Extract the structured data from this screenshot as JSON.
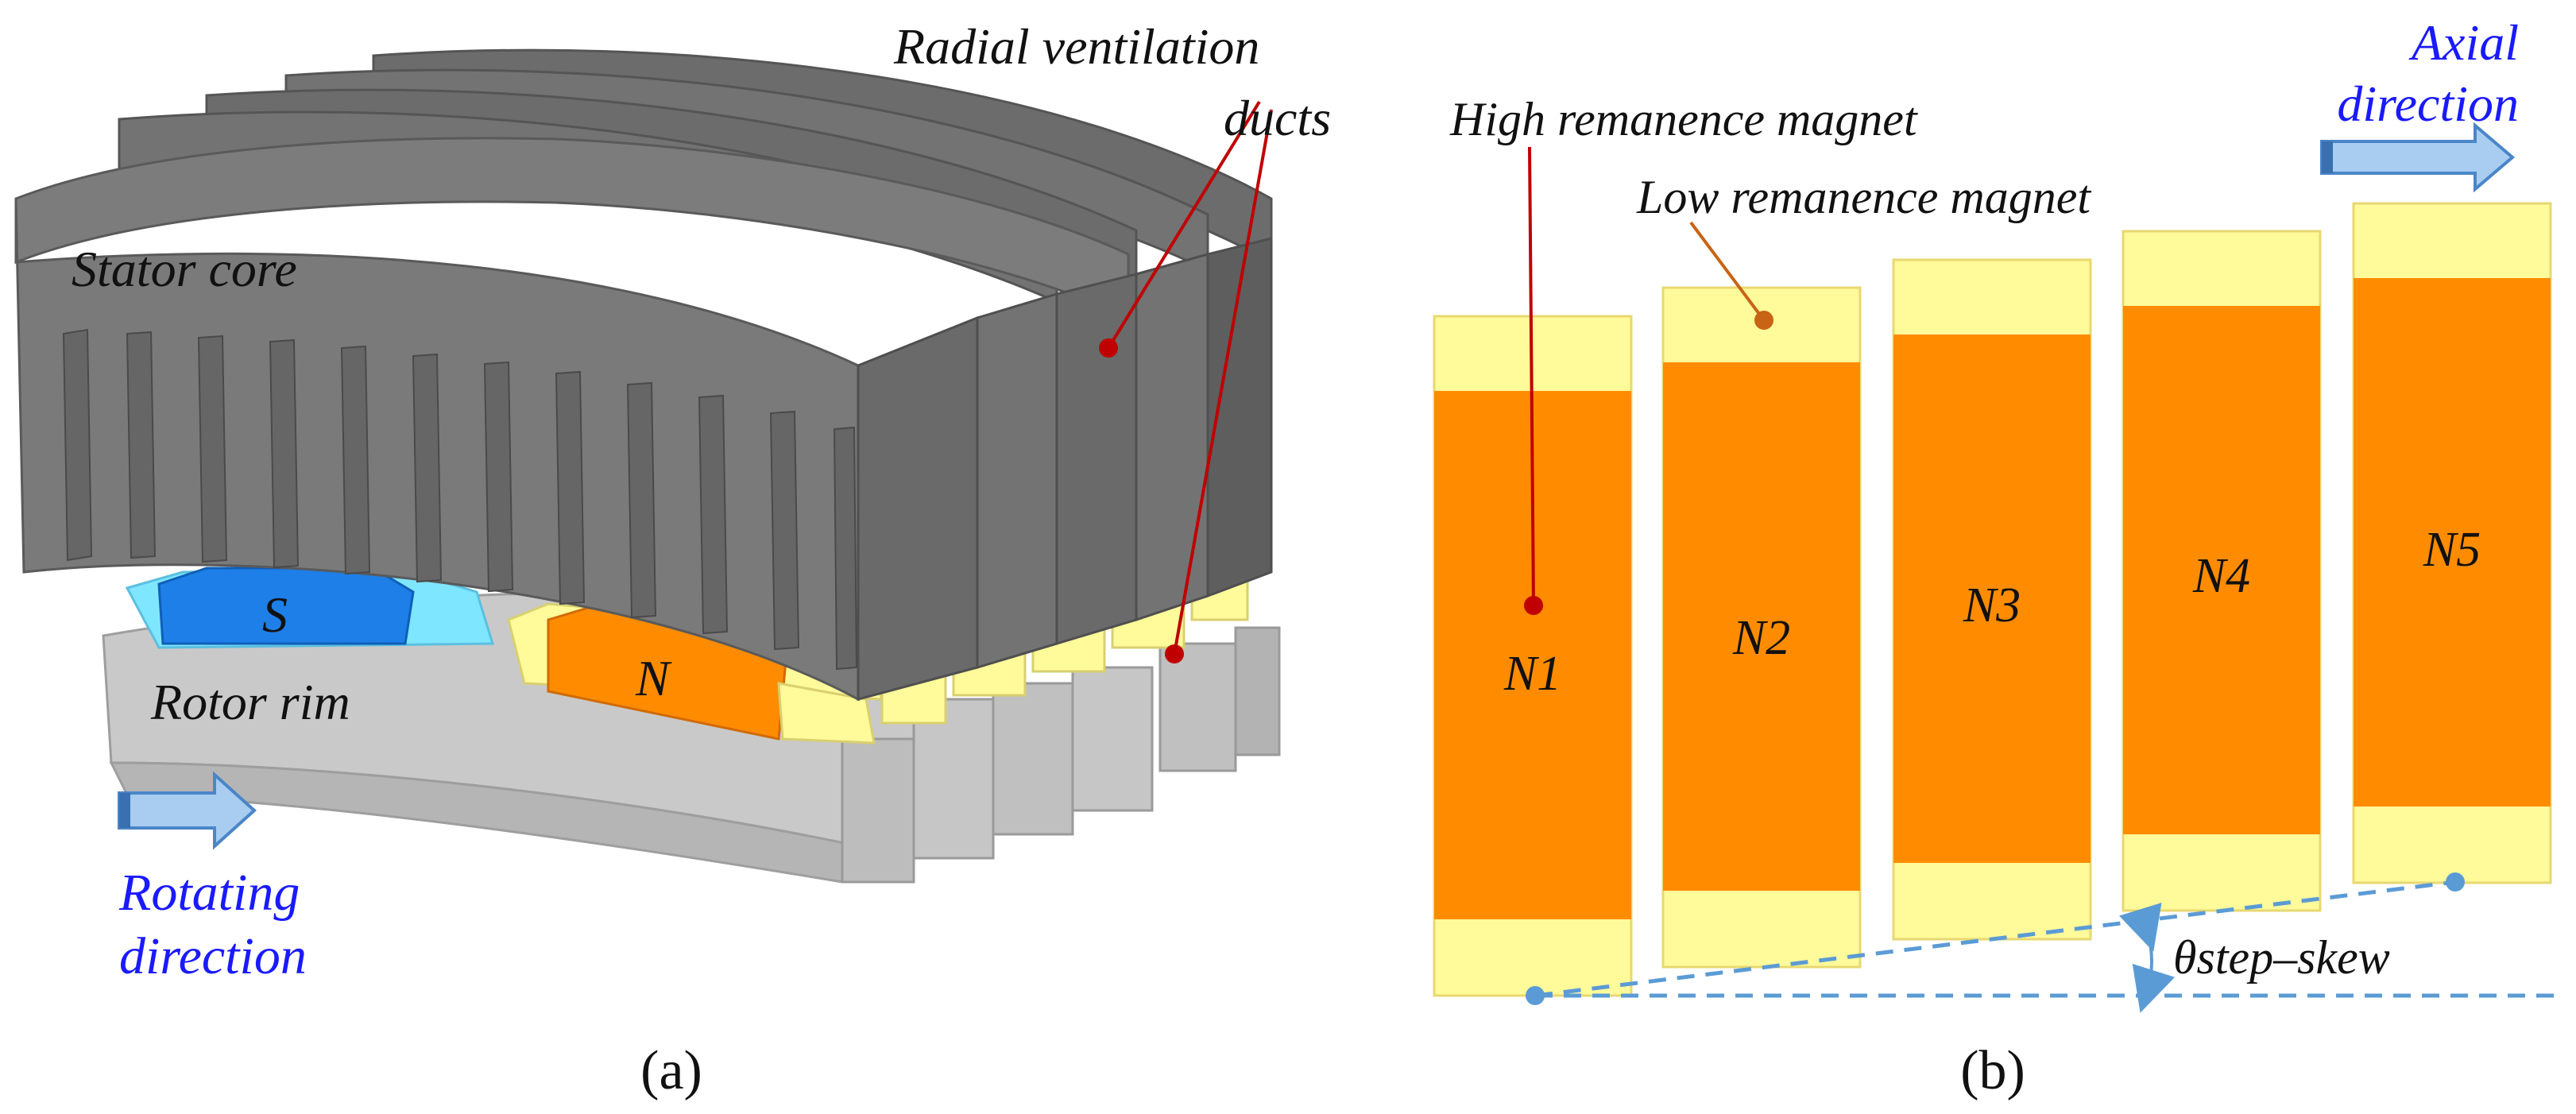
{
  "panel_a": {
    "caption": "(a)",
    "labels": {
      "radial_line1": "Radial ventilation",
      "radial_line2": "ducts",
      "stator_core": "Stator core",
      "rotor_rim": "Rotor rim",
      "pole_s": "S",
      "pole_n": "N",
      "rotating_line1": "Rotating",
      "rotating_line2": "direction"
    }
  },
  "panel_b": {
    "caption": "(b)",
    "labels": {
      "high_magnet": "High remanence magnet",
      "low_magnet": "Low remanence magnet",
      "axial_line1": "Axial",
      "axial_line2": "direction",
      "skew_angle": "θstep–skew"
    },
    "segments": [
      {
        "name": "N1",
        "step": 0
      },
      {
        "name": "N2",
        "step": 1
      },
      {
        "name": "N3",
        "step": 2
      },
      {
        "name": "N4",
        "step": 3
      },
      {
        "name": "N5",
        "step": 4
      }
    ]
  },
  "colors": {
    "stator": "#7a7a7a",
    "stator_dark": "#5e5e5e",
    "rotor": "#c8c8c8",
    "magnet_s": "#1e7fe8",
    "magnet_s_light": "#7fe6ff",
    "magnet_n": "#ff8c00",
    "magnet_n_light": "#fffa9a",
    "leader_red": "#c00000",
    "leader_orange": "#c86414",
    "blue_text": "#1a1aff",
    "arrow_fill": "#a8cdf0",
    "arrow_stroke": "#4a86c8",
    "dashed": "#5b9bd5"
  }
}
